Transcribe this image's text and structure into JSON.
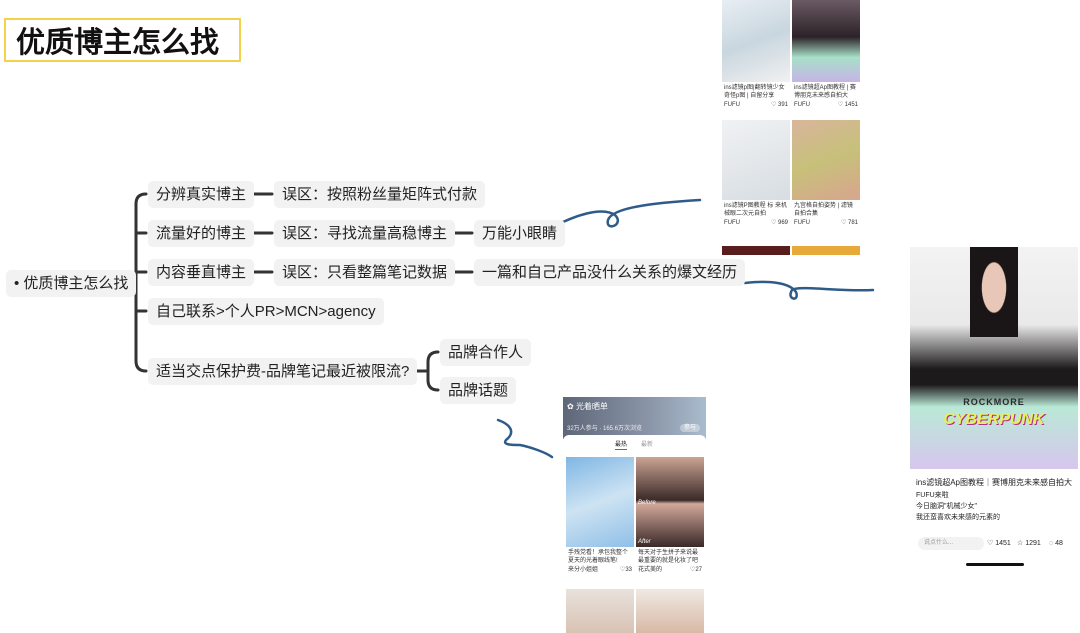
{
  "title": "优质博主怎么找",
  "mindmap": {
    "root": "优质博主怎么找",
    "branches": [
      {
        "label": "分辨真实博主",
        "children": [
          "误区：按照粉丝量矩阵式付款"
        ]
      },
      {
        "label": "流量好的博主",
        "children": [
          "误区：寻找流量高稳博主",
          "万能小眼睛"
        ]
      },
      {
        "label": "内容垂直博主",
        "children": [
          "误区：只看整篇笔记数据",
          "一篇和自己产品没什么关系的爆文经历"
        ]
      },
      {
        "label": "自己联系>个人PR>MCN>agency",
        "children": []
      },
      {
        "label": "适当交点保护费-品牌笔记最近被限流?",
        "children": [
          "品牌合作人",
          "品牌话题"
        ]
      }
    ]
  },
  "screenshot_feed": {
    "cards": [
      {
        "title": "ins滤镜p图|翻转镜少女奇怪p图 | 自留分享",
        "author": "FUFU",
        "likes": "391"
      },
      {
        "title": "ins滤镜超Ap图教程 | 赛博朋克未来感自拍大",
        "author": "FUFU",
        "likes": "1451"
      },
      {
        "title": "ins滤镜P图教程 标 来机械眼二次元自拍",
        "author": "FUFU",
        "likes": "969"
      },
      {
        "title": "九宫格自拍姿势 | 滤镜自拍合集",
        "author": "FUFU",
        "likes": "781"
      }
    ]
  },
  "screenshot_note": {
    "cover_text": "CYBERPUNK",
    "cover_subtext": "ROCKMORE",
    "title": "ins滤镜超Ap图教程｜赛博朋克未来感自拍大",
    "author": "FUFU来啦",
    "line1": "今日脑洞\"机械少女\"",
    "line2": "我还蛮喜欢未来感的元素的",
    "comment_placeholder": "说点什么...",
    "likes": "1451",
    "stars": "1291",
    "comments": "48"
  },
  "screenshot_topic": {
    "topic_name": "光着晒单",
    "stats": "32万人参与 · 165.6万次浏览",
    "join_label": "参与",
    "tabs": [
      "最热",
      "最新"
    ],
    "cards": [
      {
        "title": "手残党看！承包我整个夏天的光着眼线笔!",
        "author": "来分小姐姐",
        "likes": "33"
      },
      {
        "title": "每天对于生拼子来说最最重要的就是化妆了吧",
        "author": "花式美的",
        "likes": "27"
      }
    ],
    "before_label": "Before",
    "after_label": "After"
  },
  "colors": {
    "title_border": "#f2d24a",
    "node_bg": "#f2f2f2",
    "connector": "#333333",
    "ink": "#2f5b8a"
  }
}
